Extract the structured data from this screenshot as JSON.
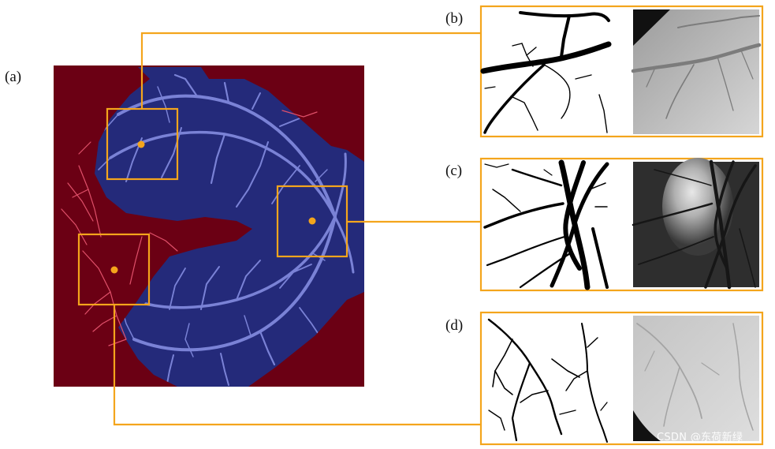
{
  "panels": {
    "a": {
      "label": "(a)"
    },
    "b": {
      "label": "(b)"
    },
    "c": {
      "label": "(c)"
    },
    "d": {
      "label": "(d)"
    }
  },
  "colors": {
    "background_region": "#6b0014",
    "fov_region": "#242a7a",
    "vessel_inside": "#7a82d6",
    "vessel_outside": "#e0506a",
    "highlight_box": "#f4a51c",
    "highlight_dot": "#f4a51c",
    "connector": "#f4a51c"
  },
  "watermark": {
    "text": "CSDN @东荷新绿"
  }
}
